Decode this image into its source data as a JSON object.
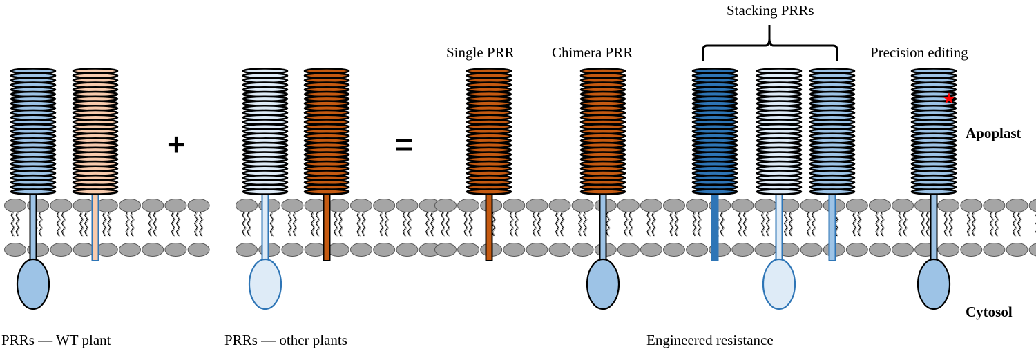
{
  "labels": {
    "single": "Single PRR",
    "chimera": "Chimera PRR",
    "stacking": "Stacking PRRs",
    "precision": "Precision editing",
    "apoplast": "Apoplast",
    "cytosol": "Cytosol",
    "wt": "PRRs — WT plant",
    "other": "PRRs — other plants",
    "engineered": "Engineered resistance"
  },
  "operators": {
    "plus": "+",
    "equals": "="
  },
  "colors": {
    "light_blue": "#9dc3e6",
    "pale_blue": "#deebf7",
    "dark_blue": "#2e75b6",
    "peach": "#f8cbad",
    "orange": "#c55a11",
    "white": "#ffffff",
    "lipid": "#a5a5a5",
    "star": "#ff0000"
  },
  "membranes": [
    {
      "name": "membrane-wt",
      "heads": 9
    },
    {
      "name": "membrane-other",
      "heads": 9
    },
    {
      "name": "membrane-engineered",
      "heads": 28
    }
  ],
  "receptors": [
    {
      "name": "receptor-wt-1",
      "ecd": "light_blue",
      "tm": "light_blue",
      "kinase": "light_blue",
      "tm_edge": "black",
      "kinase_edge": "black"
    },
    {
      "name": "receptor-wt-2",
      "ecd": "peach",
      "tm": "peach",
      "kinase": null,
      "tm_edge": "dark_blue"
    },
    {
      "name": "receptor-other-1",
      "ecd": "pale_blue",
      "tm": "pale_blue",
      "kinase": "pale_blue",
      "tm_edge": "dark_blue",
      "kinase_edge": "dark_blue"
    },
    {
      "name": "receptor-other-2",
      "ecd": "orange",
      "tm": "orange",
      "kinase": null,
      "tm_edge": "black"
    },
    {
      "name": "receptor-single",
      "ecd": "orange",
      "tm": "orange",
      "kinase": null,
      "tm_edge": "black"
    },
    {
      "name": "receptor-chimera",
      "ecd": "orange",
      "tm": "light_blue",
      "kinase": "light_blue",
      "tm_edge": "black",
      "kinase_edge": "black"
    },
    {
      "name": "receptor-stack-1",
      "ecd": "dark_blue",
      "tm": "dark_blue",
      "kinase": null,
      "tm_edge": "dark_blue"
    },
    {
      "name": "receptor-stack-2",
      "ecd": "pale_blue",
      "tm": "pale_blue",
      "kinase": "pale_blue",
      "tm_edge": "dark_blue",
      "kinase_edge": "dark_blue"
    },
    {
      "name": "receptor-stack-3",
      "ecd": "light_blue",
      "tm": "light_blue",
      "kinase": null,
      "tm_edge": "dark_blue"
    },
    {
      "name": "receptor-precision",
      "ecd": "light_blue",
      "tm": "light_blue",
      "kinase": "light_blue",
      "tm_edge": "black",
      "kinase_edge": "black",
      "mutation_star": true
    }
  ]
}
